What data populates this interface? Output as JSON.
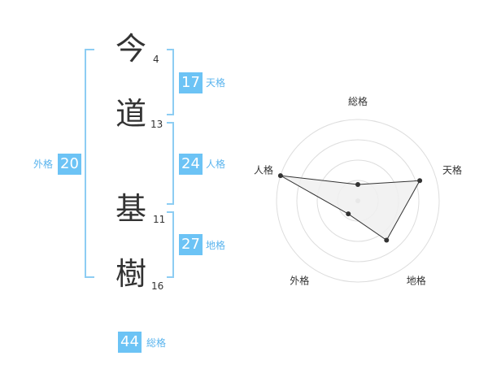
{
  "name": {
    "chars": [
      {
        "kanji": "今",
        "strokes": "4"
      },
      {
        "kanji": "道",
        "strokes": "13"
      },
      {
        "kanji": "基",
        "strokes": "11"
      },
      {
        "kanji": "樹",
        "strokes": "16"
      }
    ]
  },
  "kaku": {
    "tenkaku": {
      "value": "17",
      "label": "天格"
    },
    "jinkaku": {
      "value": "24",
      "label": "人格"
    },
    "chikaku": {
      "value": "27",
      "label": "地格"
    },
    "gaikaku": {
      "value": "20",
      "label": "外格"
    },
    "soukaku": {
      "value": "44",
      "label": "総格"
    }
  },
  "chart_data": {
    "type": "radar",
    "axes": [
      "総格",
      "天格",
      "地格",
      "外格",
      "人格"
    ],
    "values": [
      1,
      4,
      3,
      1,
      5
    ],
    "rmax": 5,
    "rings": 4,
    "colors": {
      "fill": "#f0f0f0",
      "stroke": "#333333",
      "point": "#333333",
      "grid": "#dddddd",
      "center": "#bbbbbb"
    }
  }
}
